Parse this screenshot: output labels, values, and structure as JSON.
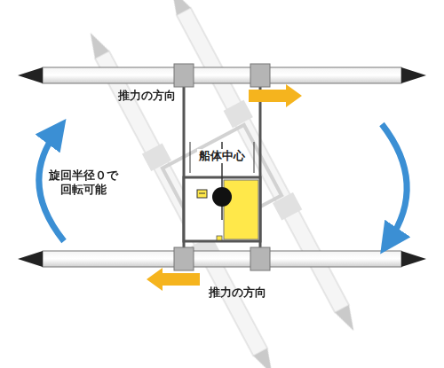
{
  "diagram": {
    "labels": [
      "推力の方向",
      "船体中心",
      "旋回半径０で 回転可能",
      "推力の方向"
    ]
  }
}
